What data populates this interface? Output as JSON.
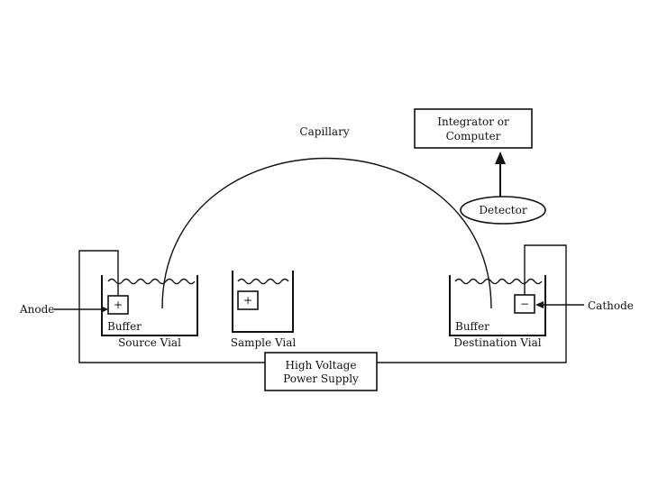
{
  "diagram": {
    "capillary_label": "Capillary",
    "integrator_line1": "Integrator  or",
    "integrator_line2": "Computer",
    "detector_label": "Detector",
    "anode_label": "Anode",
    "cathode_label": "Cathode",
    "source_buffer_label": "Buffer",
    "source_vial_label": "Source Vial",
    "source_electrode_sign": "+",
    "sample_vial_label": "Sample Vial",
    "sample_electrode_sign": "+",
    "dest_buffer_label": "Buffer",
    "dest_vial_label": "Destination Vial",
    "dest_electrode_sign": "−",
    "power_line1": "High Voltage",
    "power_line2": "Power Supply"
  }
}
